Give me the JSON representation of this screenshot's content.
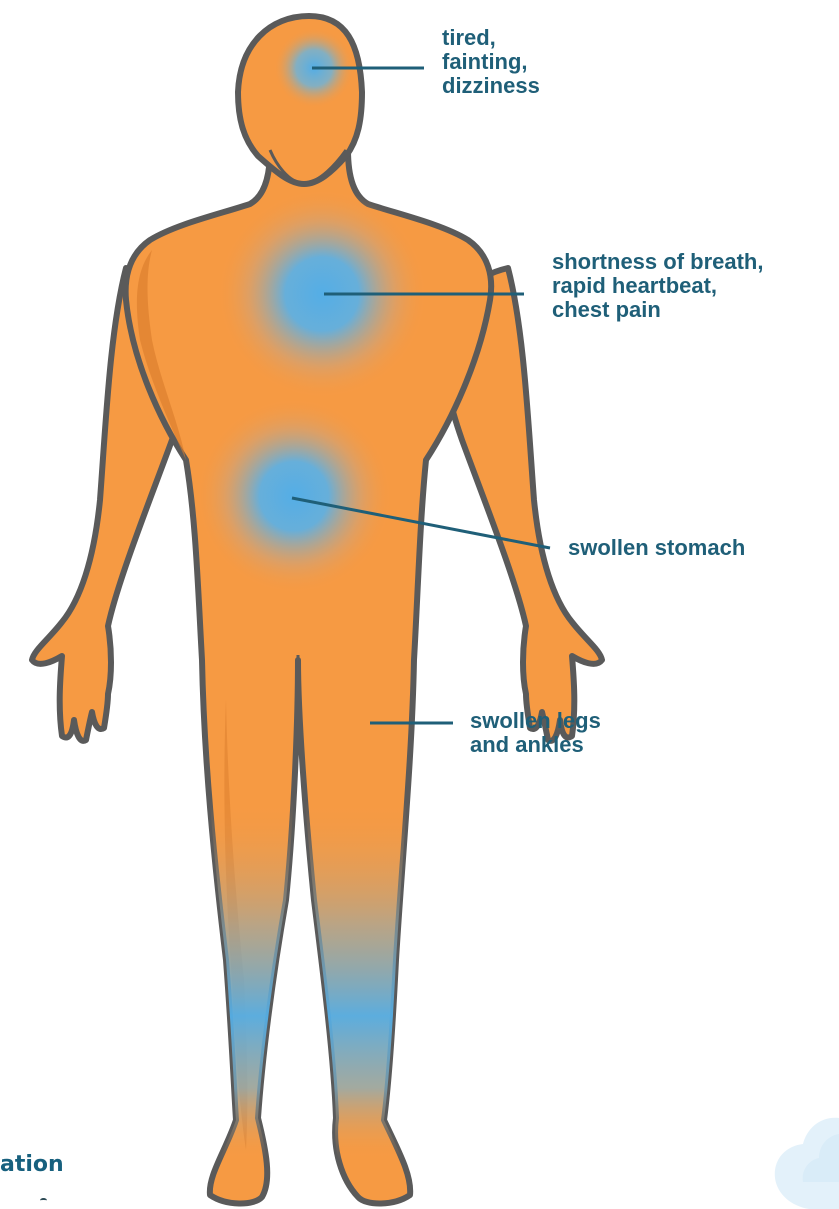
{
  "callouts": {
    "head": {
      "lines": [
        "tired,",
        "fainting,",
        "dizziness"
      ]
    },
    "chest": {
      "lines": [
        "shortness of breath,",
        "rapid heartbeat,",
        "chest pain"
      ]
    },
    "stomach": {
      "lines": [
        "swollen stomach"
      ]
    },
    "legs": {
      "lines": [
        "swollen legs",
        "and ankles"
      ]
    }
  },
  "fragment": {
    "text": "ation"
  },
  "colors": {
    "body_fill": "#f69a43",
    "body_shade": "#d97c2c",
    "outline": "#5a5a5a",
    "symptom_highlight": "#54aee6",
    "label_text": "#1f5f78",
    "cloud": "#e3f1fa"
  },
  "icons": [
    "human-body-figure",
    "cloud-decoration"
  ]
}
